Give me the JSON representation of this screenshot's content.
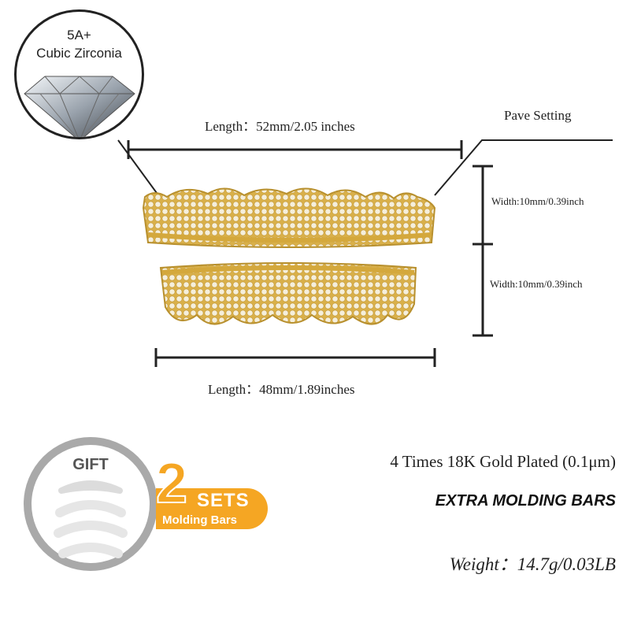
{
  "zirconia": {
    "grade": "5A+",
    "name": "Cubic Zirconia"
  },
  "dimensions": {
    "top_length": "Length：52mm/2.05 inches",
    "bottom_length": "Length：48mm/1.89inches",
    "top_width": "Width:10mm/0.39inch",
    "bottom_width": "Width:10mm/0.39inch",
    "setting": "Pave Setting"
  },
  "gift": {
    "label": "GIFT",
    "count": "2",
    "sets": "SETS",
    "subtitle": "Molding Bars"
  },
  "features": {
    "plating": "4 Times 18K  Gold Plated (0.1μm)",
    "bars": "EXTRA MOLDING BARS",
    "weight": "Weight：14.7g/0.03LB"
  },
  "colors": {
    "gold": "#e6c45a",
    "badge": "#f5a623",
    "ring": "#a9a9a9"
  }
}
